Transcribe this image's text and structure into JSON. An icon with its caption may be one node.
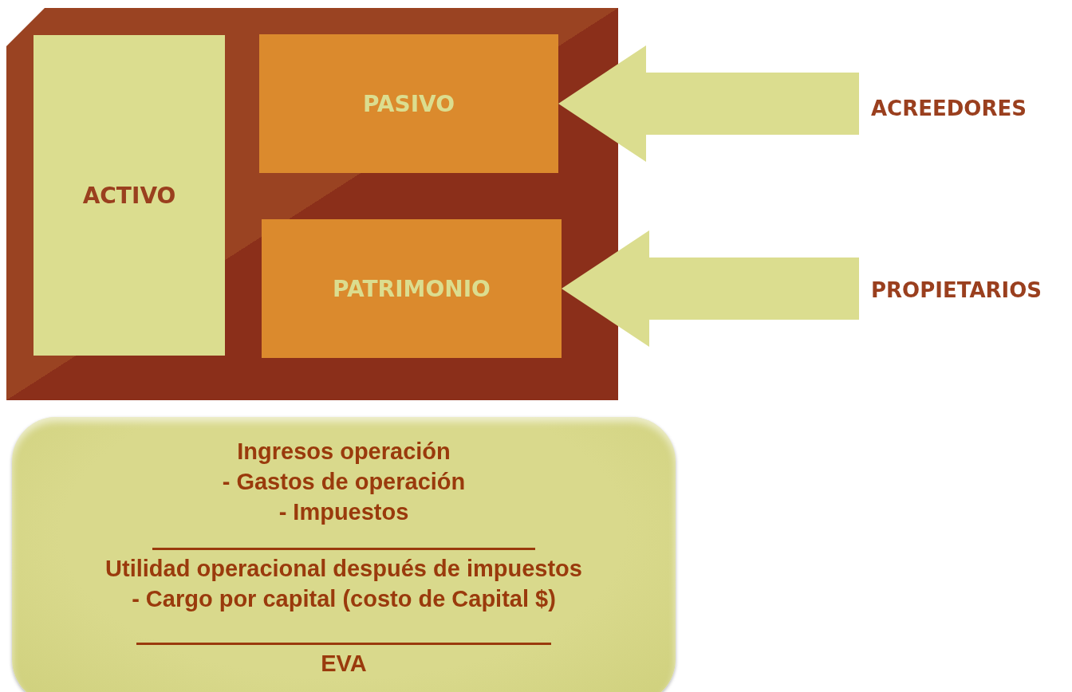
{
  "diagram": {
    "nodes": [
      {
        "text": [],
        "shape": "box"
      },
      {
        "text": [
          "ACTIVO"
        ],
        "in": 0
      },
      {
        "text": [
          "PASIVO"
        ],
        "in": 0
      },
      {
        "text": [
          "PATRIMONIO"
        ],
        "in": 0
      },
      {
        "text": [
          "ACREEDORES"
        ]
      },
      {
        "text": [
          "PROPIETARIOS"
        ]
      },
      {
        "text": [
          "Ingresos operación",
          "- Gastos de operación",
          "- Impuestos",
          "Utilidad operacional después de impuestos",
          "- Cargo por capital (costo de Capital $)",
          "EVA"
        ]
      }
    ],
    "edges": [
      {
        "from": 4,
        "to": 2,
        "arrow": "to",
        "style": "thick"
      },
      {
        "from": 5,
        "to": 3,
        "arrow": "to",
        "style": "thick"
      }
    ]
  }
}
